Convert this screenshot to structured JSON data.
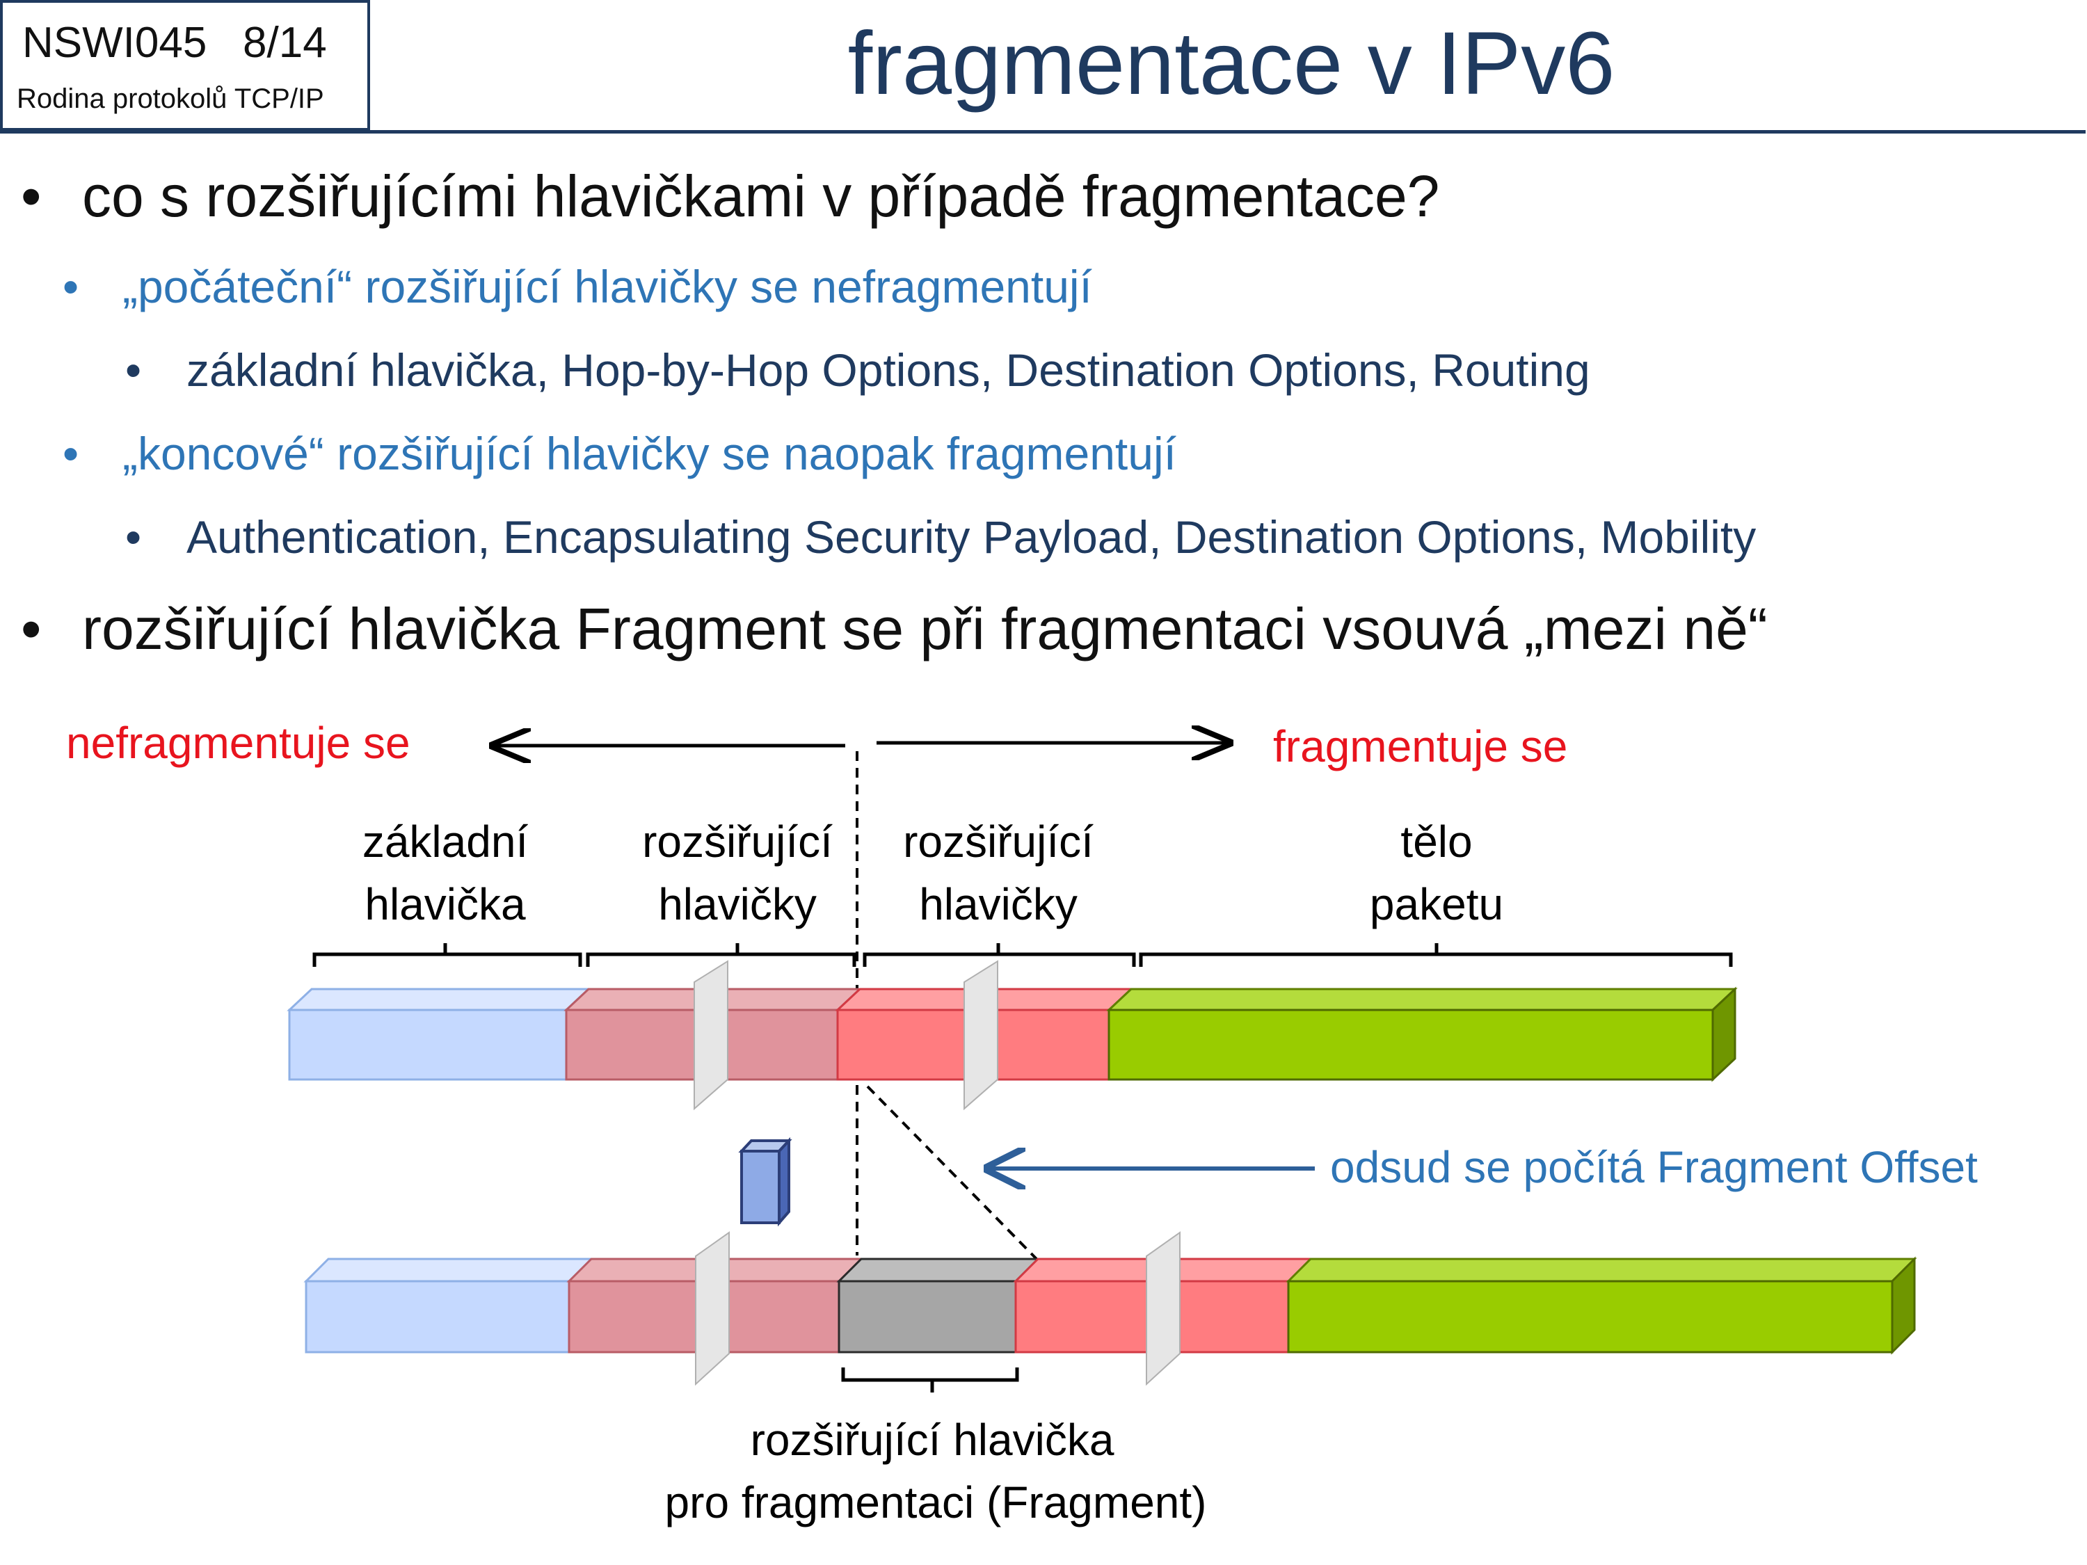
{
  "header": {
    "course_code": "NSWI045",
    "slide_no": "8/14",
    "course_name": "Rodina protokolů TCP/IP",
    "title": "fragmentace v IPv6"
  },
  "bullets": {
    "b1": "co s rozšiřujícími hlavičkami v případě fragmentace?",
    "b1_1": "„počáteční“ rozšiřující hlavičky se nefragmentují",
    "b1_1_1": "základní hlavička, Hop-by-Hop Options, Destination Options, Routing",
    "b1_2": "„koncové“ rozšiřující hlavičky se naopak fragmentují",
    "b1_2_1": "Authentication, Encapsulating Security Payload, Destination Options, Mobility",
    "b2": "rozšiřující hlavička Fragment se při fragmentaci vsouvá „mezi ně“"
  },
  "diagram": {
    "left_label": "nefragmentuje se",
    "right_label": "fragmentuje se",
    "group1_line1": "základní",
    "group1_line2": "hlavička",
    "group2_line1": "rozšiřující",
    "group2_line2": "hlavičky",
    "group3_line1": "rozšiřující",
    "group3_line2": "hlavičky",
    "group4_line1": "tělo",
    "group4_line2": "paketu",
    "offset_label": "odsud se počítá Fragment Offset",
    "fragment_line1": "rozšiřující hlavička",
    "fragment_line2": "pro fragmentaci (Fragment)"
  },
  "colors": {
    "title_blue": "#1f3a5f",
    "sub_blue": "#2e75b6",
    "label_red": "#e8141e",
    "base_header": "#c5d9ff",
    "ext_unfrag": "#e0939c",
    "ext_frag": "#ff7c80",
    "body_green": "#99cc00",
    "fragment_grey": "#a6a6a6"
  }
}
